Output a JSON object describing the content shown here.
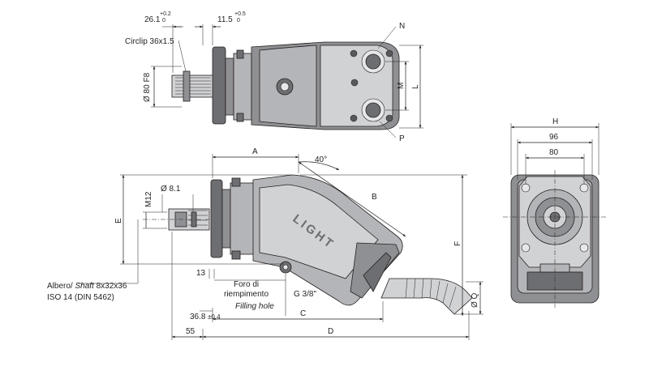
{
  "top_view": {
    "dim_shaft_length": "26.1",
    "dim_shaft_length_tol_upper": "+0.2",
    "dim_shaft_length_tol_lower": "0",
    "dim_flange_offset": "11.5",
    "dim_flange_offset_tol_upper": "+0.5",
    "dim_flange_offset_tol_lower": "0",
    "circlip_label": "Circlip 36x1.5",
    "pilot_diameter": "Ø 80 F8",
    "port_n": "N",
    "port_p": "P",
    "dim_m": "M",
    "dim_l": "L"
  },
  "side_view": {
    "dim_a": "A",
    "angle": "40°",
    "dim_b": "B",
    "dim_e": "E",
    "dim_f": "F",
    "thread": "M12",
    "hole_dia": "Ø 8.1",
    "dim_13": "13",
    "filling_it_1": "Foro di",
    "filling_it_2": "riempimento",
    "filling_en": "Filling hole",
    "g_port": "G 3/8\"",
    "dim_36_8": "36.8",
    "dim_36_8_tol": "±0.4",
    "dim_c": "C",
    "dim_55": "55",
    "dim_d": "D",
    "dim_q": "Ø Q",
    "shaft_line1_it": "Albero/",
    "shaft_line1_en": "Shaft",
    "shaft_line1_spec": "8x32x36",
    "shaft_line2": "ISO 14 (DIN 5462)",
    "housing_logo": "LIGHT"
  },
  "front_view": {
    "dim_h": "H",
    "dim_96": "96",
    "dim_80": "80"
  }
}
